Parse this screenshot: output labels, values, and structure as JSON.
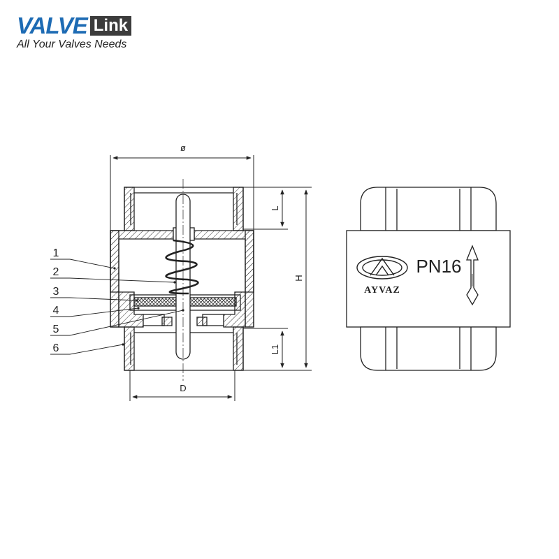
{
  "logo": {
    "brand_primary": "VALVE",
    "brand_secondary": "Link",
    "tagline": "All Your Valves Needs",
    "primary_color": "#1d6bb4",
    "secondary_bg": "#3c3c3c"
  },
  "drawing": {
    "dimensions": {
      "diameter": "ø",
      "height": "H",
      "thread_top": "L",
      "thread_bottom": "L1",
      "bore": "D"
    },
    "parts": [
      "1",
      "2",
      "3",
      "4",
      "5",
      "6"
    ],
    "side_view": {
      "brand": "AYVAZ",
      "pressure_rating": "PN16"
    }
  }
}
